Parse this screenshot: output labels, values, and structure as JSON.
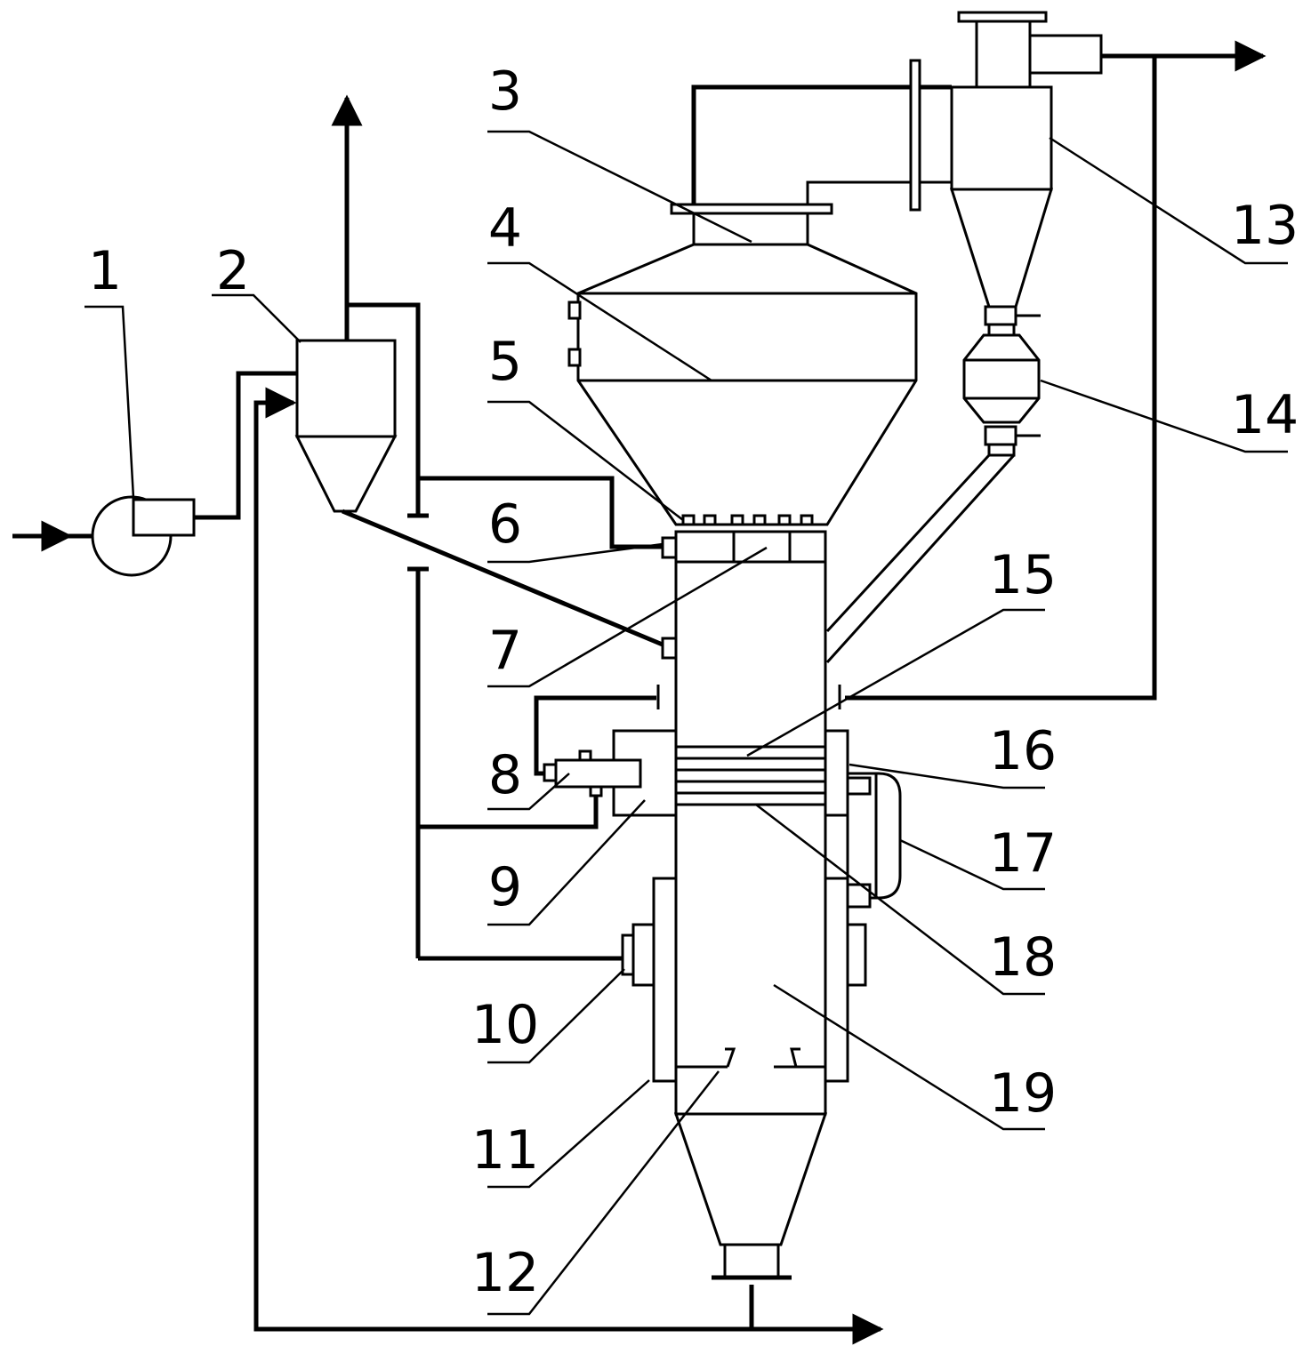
{
  "labels": [
    "1",
    "2",
    "3",
    "4",
    "5",
    "6",
    "7",
    "8",
    "9",
    "10",
    "11",
    "12",
    "13",
    "14",
    "15",
    "16",
    "17",
    "18",
    "19"
  ]
}
